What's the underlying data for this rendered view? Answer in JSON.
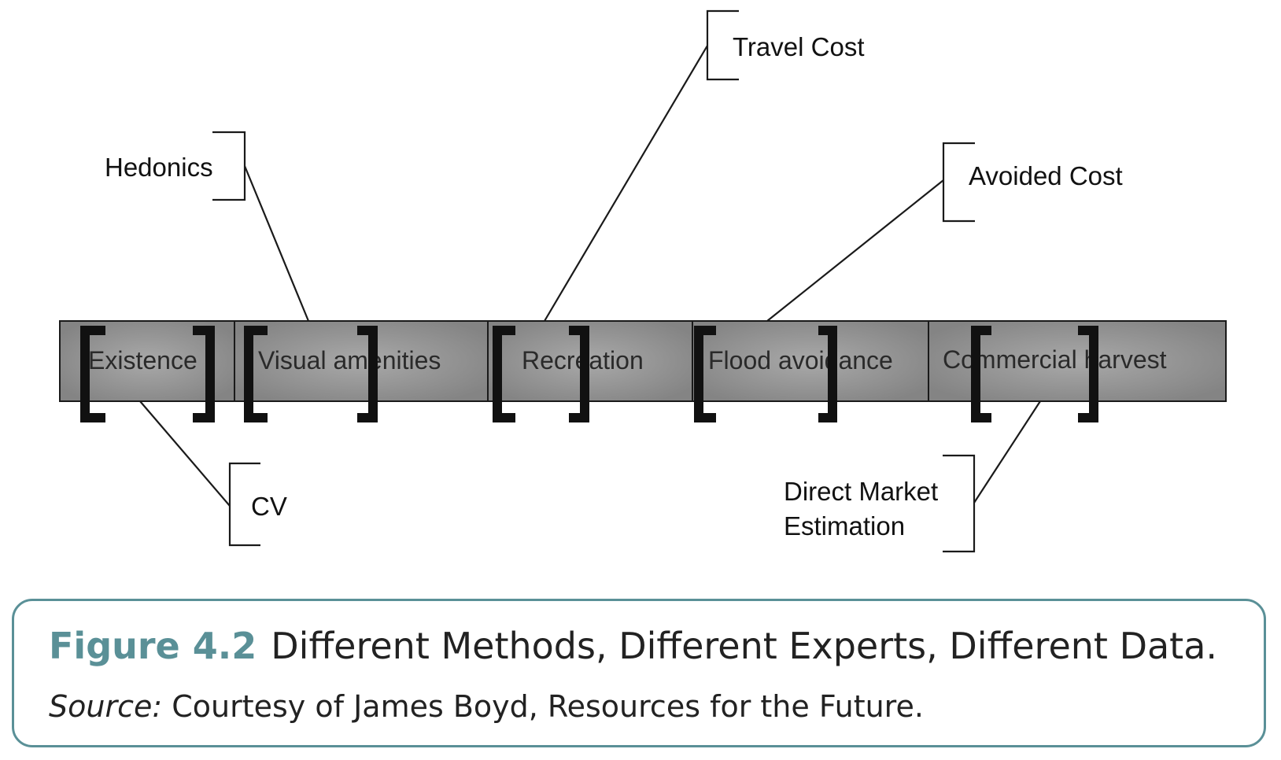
{
  "diagram": {
    "segments": [
      {
        "label": "Existence"
      },
      {
        "label": "Visual amenities"
      },
      {
        "label": "Recreation"
      },
      {
        "label": "Flood avoidance"
      },
      {
        "label": "Commercial harvest"
      }
    ],
    "methods": {
      "hedonics": "Hedonics",
      "travel_cost": "Travel Cost",
      "avoided_cost": "Avoided Cost",
      "cv": "CV",
      "direct_market_line1": "Direct Market",
      "direct_market_line2": "Estimation"
    },
    "colors": {
      "bar_fill": "#8a8a8a",
      "bar_highlight": "#a9a9a9",
      "bracket": "#111111",
      "caption_accent": "#5a9097"
    }
  },
  "caption": {
    "figure_number": "Figure 4.2",
    "title": "Different Methods, Different Experts, Different Data.",
    "source_label": "Source:",
    "source_text": " Courtesy of James Boyd, Resources for the Future."
  }
}
